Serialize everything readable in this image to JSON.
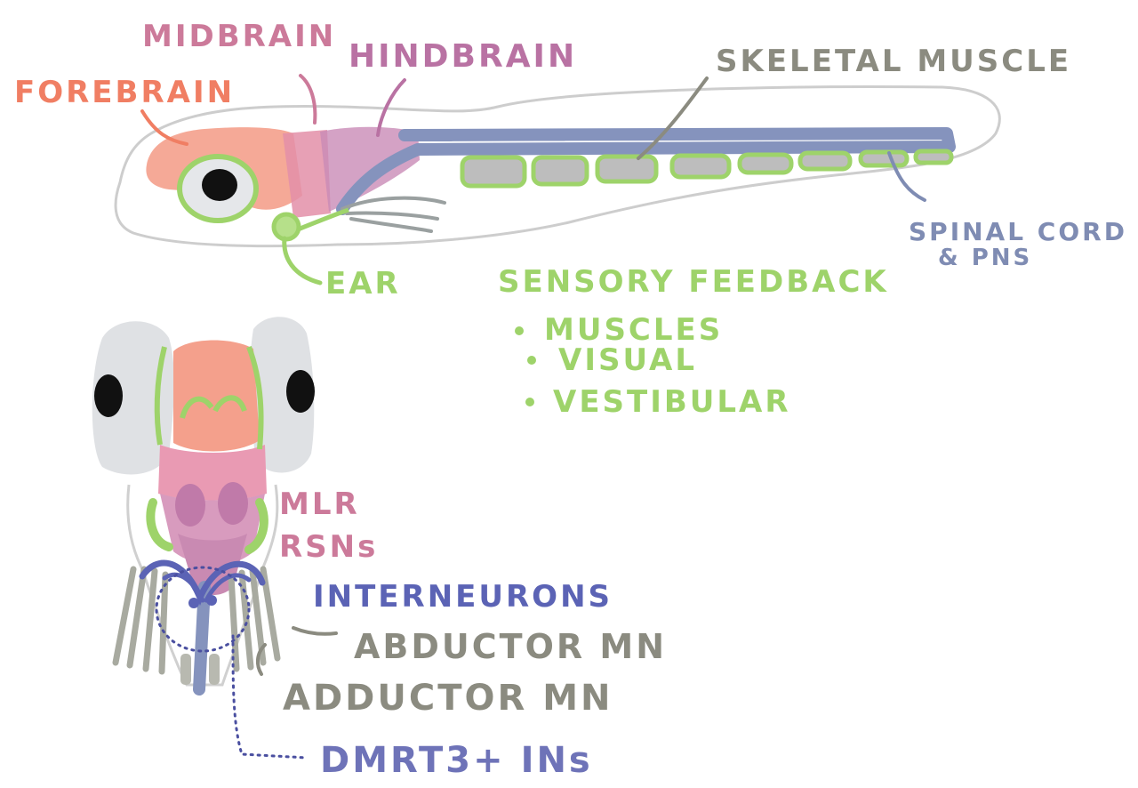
{
  "colors": {
    "forebrain": "#f07e63",
    "midbrain": "#cc7a9a",
    "hindbrain": "#b972a3",
    "muscle": "#8b8b80",
    "sensory": "#9ed36a",
    "spinal": "#7f8cb3",
    "interneurons": "#5b63b5",
    "motor": "#8b8b80",
    "dmrt": "#6e73b8",
    "outline": "#c8c8c8"
  },
  "side_view": {
    "forebrain_label": "FOREBRAIN",
    "midbrain_label": "MIDBRAIN",
    "hindbrain_label": "HINDBRAIN",
    "skeletal_muscle_label": "SKELETAL MUSCLE",
    "spinal_cord_label_line1": "SPINAL CORD",
    "spinal_cord_label_line2": "& PNS",
    "ear_label": "EAR"
  },
  "sensory": {
    "title": "SENSORY FEEDBACK",
    "items": [
      "MUSCLES",
      "VISUAL",
      "VESTIBULAR"
    ]
  },
  "top_view": {
    "mlr_label": "MLR",
    "rsn_label": "RSNs",
    "interneurons_label": "INTERNEURONS",
    "abductor_label": "ABDUCTOR MN",
    "adductor_label": "ADDUCTOR MN",
    "dmrt_label": "DMRT3+  INs"
  }
}
